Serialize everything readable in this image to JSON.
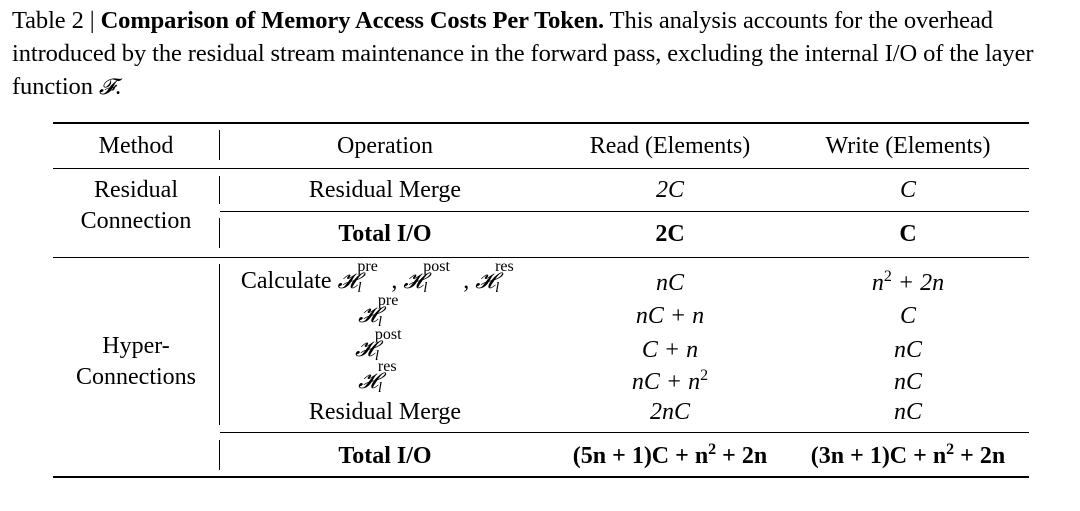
{
  "caption": {
    "prefix": "Table 2 | ",
    "title": "Comparison of Memory Access Costs Per Token.",
    "body": " This analysis accounts for the overhead introduced by the residual stream maintenance in the forward pass, excluding the internal I/O of the layer function ",
    "symbol": "𝓕",
    "suffix": "."
  },
  "table": {
    "headers": [
      "Method",
      "Operation",
      "Read (Elements)",
      "Write (Elements)"
    ],
    "groups": [
      {
        "method_lines": [
          "Residual",
          "Connection"
        ],
        "rows": [
          {
            "operation": "Residual Merge",
            "read": "2C",
            "write": "C"
          },
          {
            "operation": "Total I/O",
            "read": "2C",
            "write": "C",
            "bold": true
          }
        ]
      },
      {
        "method_lines": [
          "Hyper-",
          "Connections"
        ],
        "rows": [
          {
            "operation": "Calculate 𝓗_l^pre, 𝓗_l^post, 𝓗_l^res",
            "read": "nC",
            "write": "n^2 + 2n"
          },
          {
            "operation": "𝓗_l^pre",
            "read": "nC + n",
            "write": "C"
          },
          {
            "operation": "𝓗_l^post",
            "read": "C + n",
            "write": "nC"
          },
          {
            "operation": "𝓗_l^res",
            "read": "nC + n^2",
            "write": "nC"
          },
          {
            "operation": "Residual Merge",
            "read": "2nC",
            "write": "nC"
          },
          {
            "operation": "Total I/O",
            "read": "(5n + 1)C + n^2 + 2n",
            "write": "(3n + 1)C + n^2 + 2n",
            "bold": true
          }
        ]
      }
    ],
    "labels": {
      "calculate": "Calculate",
      "H": "𝓗",
      "l": "l",
      "pre": "pre",
      "post": "post",
      "res": "res",
      "sep": ",",
      "C": "C",
      "n": "n",
      "sq": "2",
      "plus_n": " + ",
      "read_hc1": "nC",
      "read_hc2_a": "nC + ",
      "read_hc3_a": "C + ",
      "read_hc4_a": "nC + ",
      "read_hc5": "2nC",
      "write_hc1_b": " + 2n",
      "write_hc2": "C",
      "write_hc3": "nC",
      "write_hc4": "nC",
      "write_hc5": "nC",
      "total_read_a": "(5n + 1)C + n",
      "total_read_b": " + 2n",
      "total_write_a": "(3n + 1)C + n",
      "total_write_b": " + 2n"
    }
  }
}
